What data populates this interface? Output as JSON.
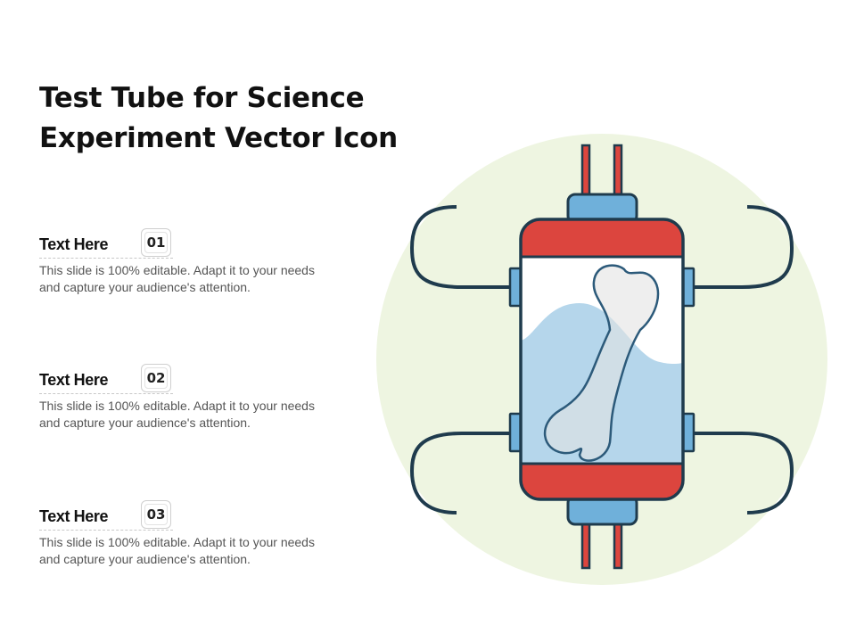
{
  "title": {
    "line1": "Test Tube for Science",
    "line2": "Experiment Vector Icon"
  },
  "items": [
    {
      "heading": "Text Here",
      "number": "01",
      "body": "This slide is 100% editable. Adapt it to your needs and capture your audience's attention."
    },
    {
      "heading": "Text Here",
      "number": "02",
      "body": "This slide is 100% editable. Adapt it to your needs and capture your audience's attention."
    },
    {
      "heading": "Text Here",
      "number": "03",
      "body": "This slide is 100% editable. Adapt it to your needs and capture your audience's attention."
    }
  ],
  "illustration": {
    "icon": "bone-test-tube-icon",
    "colors": {
      "background_circle": "#eef5e1",
      "outline": "#1f3b4d",
      "cap_red": "#dc453e",
      "connector_blue": "#6fb0da",
      "liquid": "#b5d6eb",
      "bone": "#e3e3e3"
    }
  }
}
